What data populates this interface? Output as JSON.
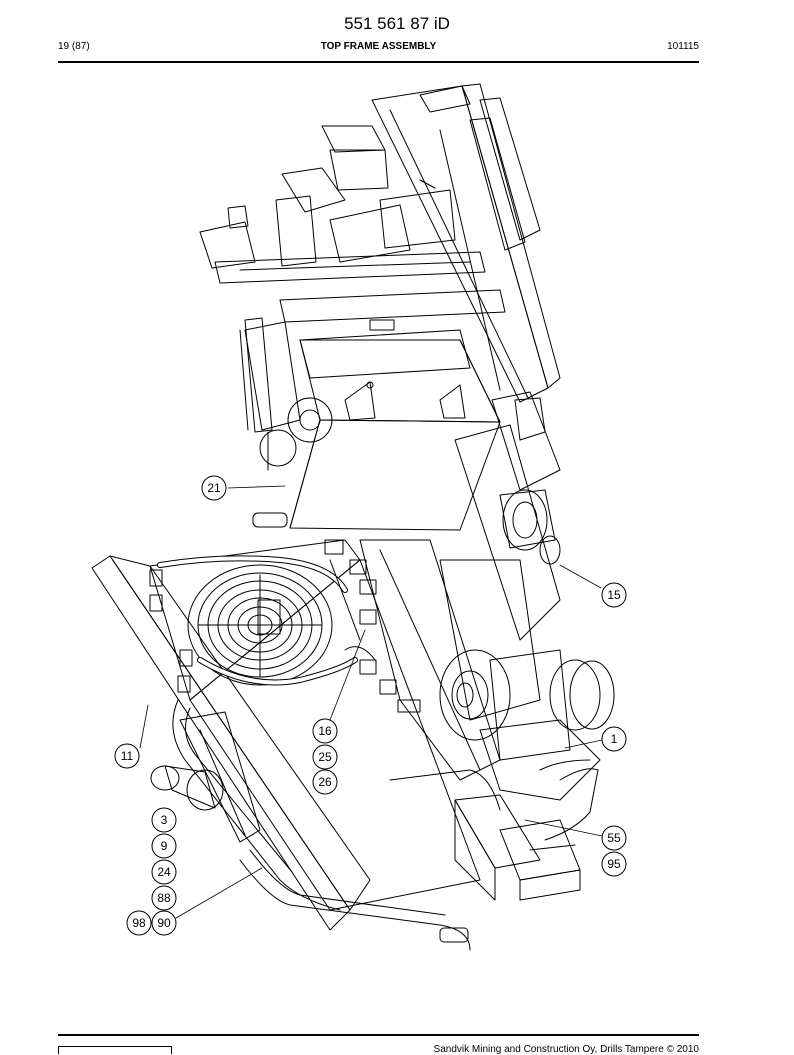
{
  "header": {
    "doc_number": "551 561 87 iD",
    "page": "19 (87)",
    "title": "TOP FRAME ASSEMBLY",
    "code": "101115"
  },
  "callouts": {
    "c21": "21",
    "c15": "15",
    "c16": "16",
    "c25": "25",
    "c26": "26",
    "c11": "11",
    "c1": "1",
    "c3": "3",
    "c9": "9",
    "c24": "24",
    "c88": "88",
    "c98": "98",
    "c90": "90",
    "c55": "55",
    "c95": "95"
  },
  "footer": {
    "copyright": "Sandvik Mining and Construction Oy, Drills Tampere © 2010"
  },
  "colors": {
    "ink": "#000000",
    "paper": "#ffffff"
  }
}
